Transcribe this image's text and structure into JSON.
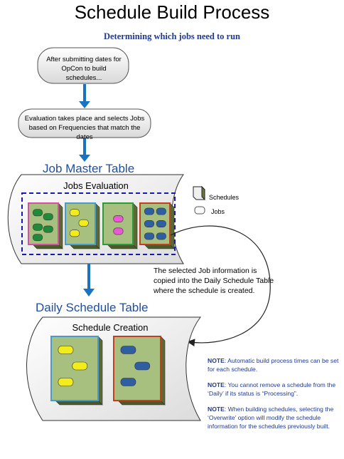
{
  "title": "Schedule Build Process",
  "subtitle": "Determining which jobs need to run",
  "steps": [
    {
      "text": "After submitting dates for OpCon to build schedules..."
    },
    {
      "text": "Evaluation takes place and selects Jobs based on Frequencies that match the dates"
    }
  ],
  "job_master": {
    "title": "Job Master Table",
    "inner_title": "Jobs Evaluation",
    "schedules": [
      {
        "fill": "#a8c07f",
        "border": "#d7509f",
        "job_color": "#1f8a3a",
        "jobs": 5
      },
      {
        "fill": "#a8c07f",
        "border": "#4a9ad0",
        "job_color": "#f2ec1a",
        "jobs": 3
      },
      {
        "fill": "#a8c07f",
        "border": "#2e9a3c",
        "job_color": "#e85ad0",
        "jobs": 2
      },
      {
        "fill": "#a8c07f",
        "border": "#c04020",
        "job_color": "#2f5fa0",
        "jobs": 6
      }
    ]
  },
  "legend": {
    "schedules_label": "Schedules",
    "jobs_label": "Jobs"
  },
  "callout_text": "The selected Job information is copied into the Daily Schedule Table where the schedule is created.",
  "daily": {
    "title": "Daily Schedule Table",
    "inner_title": "Schedule Creation",
    "schedules": [
      {
        "fill": "#a8c07f",
        "border": "#4a9ad0",
        "job_color": "#f2ec1a",
        "jobs": 3
      },
      {
        "fill": "#a8c07f",
        "border": "#c04020",
        "job_color": "#2f5fa0",
        "jobs": 3
      }
    ]
  },
  "notes": [
    {
      "label": "NOTE",
      "text": ":  Automatic build process times can be set for each schedule."
    },
    {
      "label": "NOTE",
      "text": ":  You cannot remove a schedule from the ‘Daily’ if its status is “Processing”."
    },
    {
      "label": "NOTE",
      "text": ":  When building schedules, selecting the ‘Overwrite’ option will modify the schedule information for the schedules previously built."
    }
  ],
  "colors": {
    "arrow": "#1a73c0",
    "accent_blue": "#1f3a93",
    "dashed_border": "#1a1ab0"
  }
}
